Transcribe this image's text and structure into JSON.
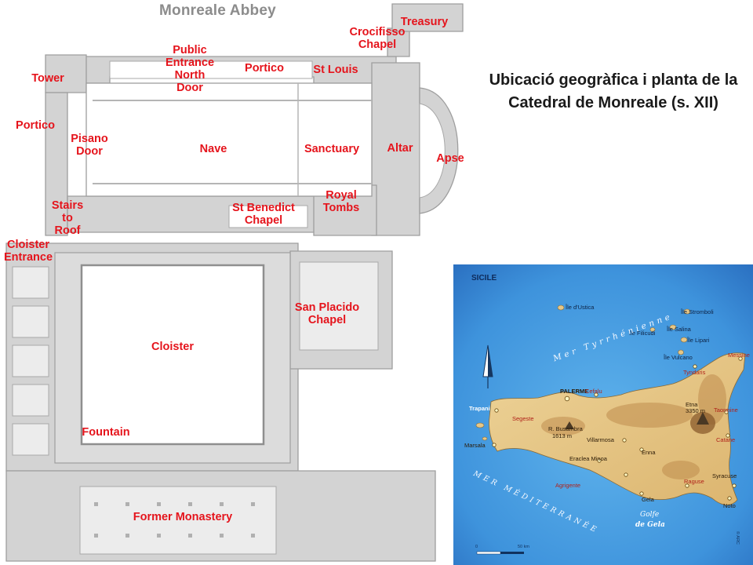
{
  "floor_plan": {
    "title": "Monreale Abbey",
    "labels": {
      "treasury": "Treasury",
      "crocifisso_chapel": "Crocifisso\nChapel",
      "public_entrance": "Public\nEntrance\nNorth\nDoor",
      "portico_north": "Portico",
      "st_louis": "St Louis",
      "tower": "Tower",
      "portico_west": "Portico",
      "pisano_door": "Pisano\nDoor",
      "nave": "Nave",
      "sanctuary": "Sanctuary",
      "altar": "Altar",
      "apse": "Apse",
      "stairs_to_roof": "Stairs\nto\nRoof",
      "st_benedict_chapel": "St Benedict\nChapel",
      "royal_tombs": "Royal\nTombs",
      "cloister_entrance": "Cloister\nEntrance",
      "san_placido_chapel": "San Placido\nChapel",
      "cloister": "Cloister",
      "fountain": "Fountain",
      "former_monastery": "Former Monastery"
    },
    "colors": {
      "label": "#e5141c",
      "wall": "#d3d3d3",
      "outline": "#9e9e9e"
    }
  },
  "heading": "Ubicació geogràfica i planta de la Catedral de Monreale (s. XII)",
  "map": {
    "title": "SICILE",
    "islands": {
      "ustica": "Île d'Ustica",
      "stromboli": "Île Stromboli",
      "salina": "Île Salina",
      "filicudi": "Île Filicudi",
      "lipari": "Île Lipari",
      "vulcano": "Île Vulcano"
    },
    "seas": {
      "tyrrhenian": "Mer Tyrrhénienne",
      "mediterranean": "MER MÉDITERRANÉE"
    },
    "gulf": {
      "line1": "Golfe",
      "line2": "de Gela"
    },
    "cities": {
      "palerme": "PALERME",
      "cefalu": "Cefalu",
      "messine": "Messine",
      "tyndaris": "Tyndaris",
      "trapani": "Trapani",
      "marsala": "Marsala",
      "segeste": "Segeste",
      "busambra": "R. Busambra",
      "busambra_alt": "1613 m",
      "villarmosa": "Villarmosa",
      "etna": "Etna",
      "etna_alt": "3350 m",
      "taormine": "Taormine",
      "catane": "Catane",
      "enna": "Enna",
      "eraclea": "Eraclea Minoa",
      "agrigente": "Agrigente",
      "raguse": "Raguse",
      "syracuse": "Syracuse",
      "gela": "Gela",
      "noto": "Noto"
    },
    "scale": {
      "zero": "0",
      "fifty": "50 km"
    },
    "copyright": "© ARC",
    "colors": {
      "sea_center": "#5fb3ec",
      "sea_edge": "#2d7ac9",
      "land": "#e6c787",
      "relief": "#bf8d4e"
    }
  }
}
